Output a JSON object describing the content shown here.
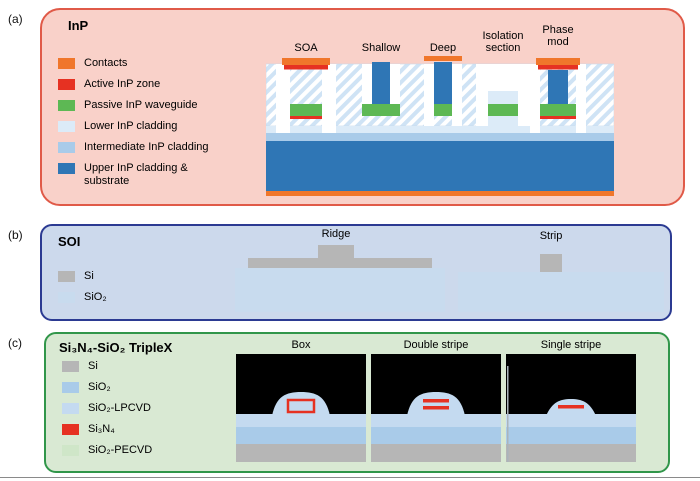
{
  "colors": {
    "contacts": "#f0762b",
    "active": "#e63122",
    "passive": "#5db854",
    "lower": "#dcebf8",
    "intermediate": "#a9cbe9",
    "upper": "#2f76b5",
    "si": "#b6b6b6",
    "sio2_b": "#c8dbee",
    "sio2_c": "#a9cbe9",
    "lpcvd": "#c4daf0",
    "si3n4": "#e63122",
    "pecvd": "#cfe6c8",
    "hatch": "#cfe3f5",
    "panel_a_bg": "#f9d1c9",
    "panel_a_border": "#e05a48",
    "panel_b_bg": "#ccd9ec",
    "panel_b_border": "#2b3a92",
    "panel_c_bg": "#d9e9d3",
    "panel_c_border": "#31964a"
  },
  "panel_a": {
    "tag": "(a)",
    "title": "InP",
    "legend": [
      "Contacts",
      "Active InP zone",
      "Passive InP waveguide",
      "Lower InP cladding",
      "Intermediate InP cladding",
      "Upper InP cladding & substrate"
    ],
    "structure_labels": [
      "SOA",
      "Shallow",
      "Deep",
      "Isolation section",
      "Phase mod"
    ]
  },
  "panel_b": {
    "tag": "(b)",
    "title": "SOI",
    "legend": [
      "Si",
      "SiO₂"
    ],
    "structure_labels": [
      "Ridge",
      "Strip"
    ]
  },
  "panel_c": {
    "tag": "(c)",
    "title": "Si₃N₄-SiO₂ TripleX",
    "legend": [
      "Si",
      "SiO₂",
      "SiO₂-LPCVD",
      "Si₃N₄",
      "SiO₂-PECVD"
    ],
    "structure_labels": [
      "Box",
      "Double stripe",
      "Single stripe"
    ]
  }
}
